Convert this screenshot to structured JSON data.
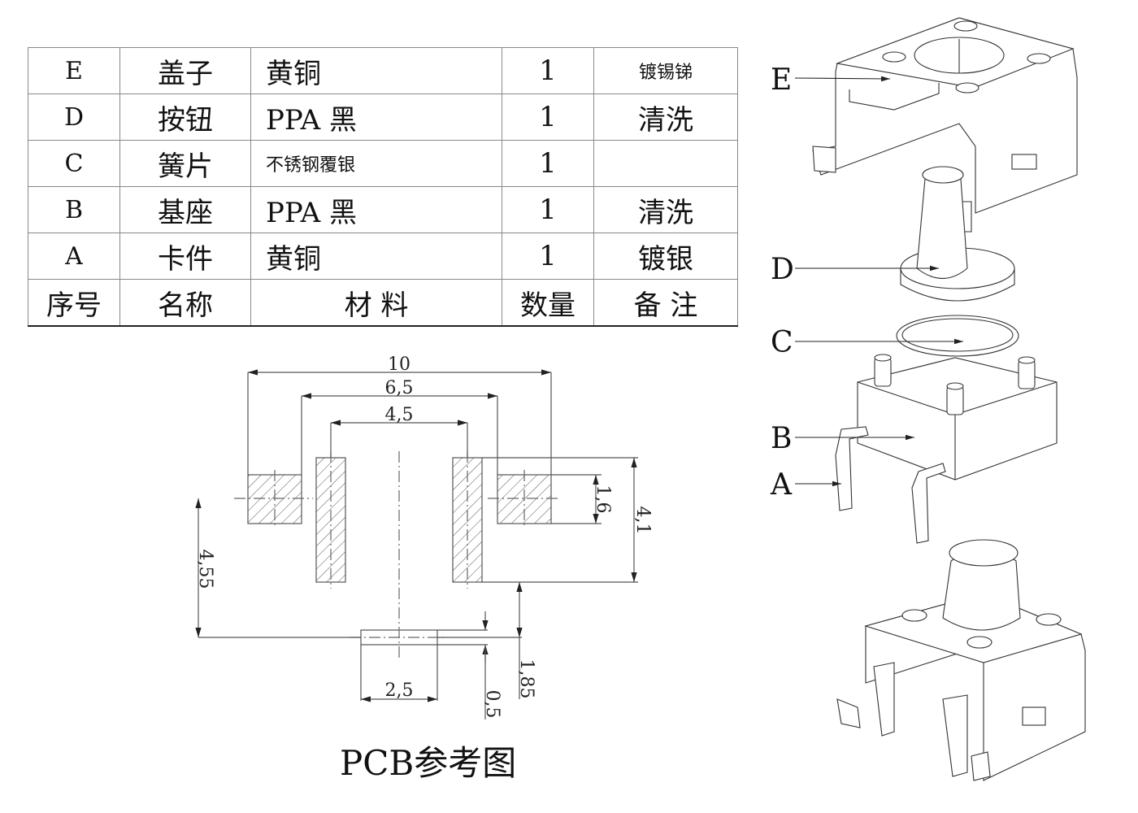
{
  "bom_table": {
    "rows": [
      {
        "id": "E",
        "name": "盖子",
        "material": "黄铜",
        "qty": "1",
        "note": "镀锡锑"
      },
      {
        "id": "D",
        "name": "按钮",
        "material": "PPA  黑",
        "qty": "1",
        "note": "清洗"
      },
      {
        "id": "C",
        "name": "簧片",
        "material": "不锈钢覆银",
        "qty": "1",
        "note": ""
      },
      {
        "id": "B",
        "name": "基座",
        "material": "PPA  黑",
        "qty": "1",
        "note": "清洗"
      },
      {
        "id": "A",
        "name": "卡件",
        "material": "黄铜",
        "qty": "1",
        "note": "镀银"
      }
    ],
    "header": {
      "id": "序号",
      "name": "名称",
      "material": "材  料",
      "qty": "数量",
      "note": "备  注"
    }
  },
  "pcb_drawing": {
    "title": "PCB参考图",
    "dimensions": {
      "overall_width": "10",
      "outer_pad_span": "6,5",
      "inner_pad_span": "4,5",
      "pad_height": "1,6",
      "slot_height": "4,1",
      "offset_vertical": "4,55",
      "bottom_pad_width": "2,5",
      "bottom_pad_height": "0,5",
      "bottom_offset": "1,85"
    }
  },
  "exploded_view": {
    "labels": [
      "E",
      "D",
      "C",
      "B",
      "A"
    ]
  }
}
